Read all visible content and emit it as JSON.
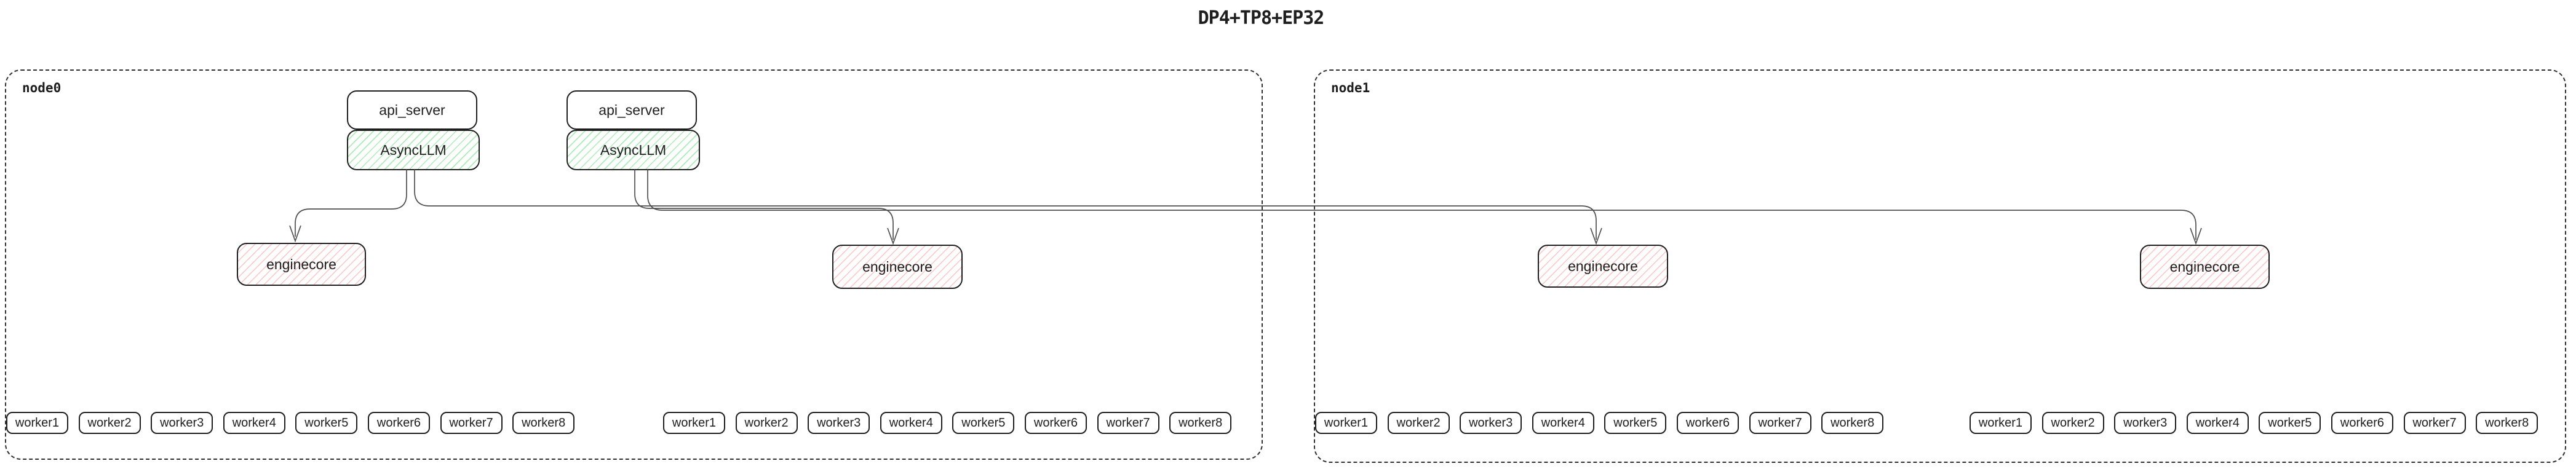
{
  "title": "DP4+TP8+EP32",
  "colors": {
    "box_border": "#1e1e1e",
    "node_dashed_border": "#2f2f2f",
    "asyncllm_hatch": "#69db7c",
    "enginecore_hatch": "#ff8787",
    "connector_line": "#4f4f4f",
    "text": "#1e1e1e",
    "background": "#ffffff"
  },
  "nodes": [
    {
      "label": "node0",
      "api_servers": [
        "api_server",
        "api_server"
      ],
      "asyncllms": [
        "AsyncLLM",
        "AsyncLLM"
      ],
      "enginecores": [
        "enginecore",
        "enginecore"
      ],
      "worker_groups": [
        [
          "worker1",
          "worker2",
          "worker3",
          "worker4",
          "worker5",
          "worker6",
          "worker7",
          "worker8"
        ],
        [
          "worker1",
          "worker2",
          "worker3",
          "worker4",
          "worker5",
          "worker6",
          "worker7",
          "worker8"
        ]
      ]
    },
    {
      "label": "node1",
      "enginecores": [
        "enginecore",
        "enginecore"
      ],
      "worker_groups": [
        [
          "worker1",
          "worker2",
          "worker3",
          "worker4",
          "worker5",
          "worker6",
          "worker7",
          "worker8"
        ],
        [
          "worker1",
          "worker2",
          "worker3",
          "worker4",
          "worker5",
          "worker6",
          "worker7",
          "worker8"
        ]
      ]
    }
  ]
}
